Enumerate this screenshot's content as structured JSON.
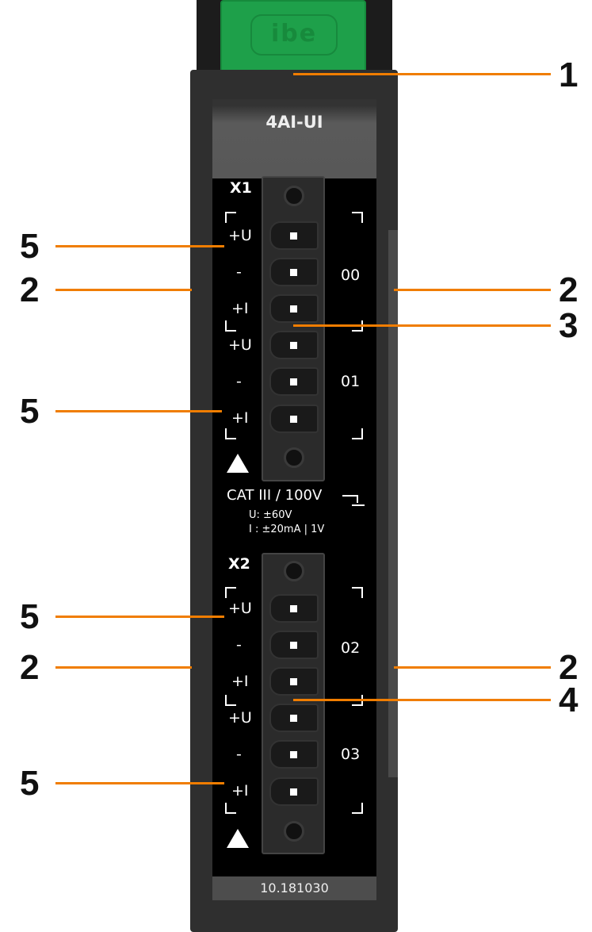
{
  "module": {
    "logo": "ibe",
    "title": "4AI-UI",
    "serial": "10.181030",
    "x1": {
      "label": "X1",
      "signals": [
        "+U",
        "-",
        "+I",
        "+U",
        "-",
        "+I"
      ],
      "channels": [
        "00",
        "01"
      ]
    },
    "x2": {
      "label": "X2",
      "signals": [
        "+U",
        "-",
        "+I",
        "+U",
        "-",
        "+I"
      ],
      "channels": [
        "02",
        "03"
      ]
    },
    "rating": "CAT III / 100V",
    "u_range": "U: ±60V",
    "i_range": "I : ±20mA | 1V"
  },
  "callouts": [
    "1",
    "2",
    "3",
    "4",
    "5"
  ],
  "colors": {
    "callout": "#f07d00",
    "cap": "#1ea04a"
  }
}
